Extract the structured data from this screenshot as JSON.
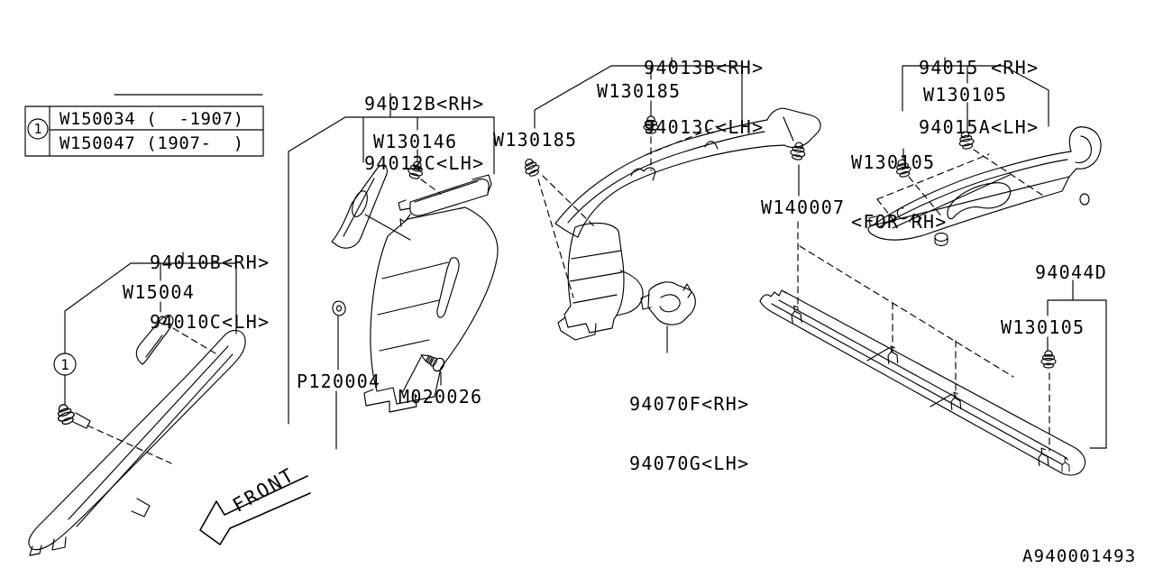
{
  "diagram": {
    "id_code": "A940001493",
    "front_label": "FRONT",
    "line_color": "#000000",
    "background": "#ffffff",
    "ref_table": {
      "ref": "1",
      "row1": "W150034 (  -1907)",
      "row2": "W150047 (1907-  )"
    },
    "callouts": {
      "part_94012": {
        "l1": "94012B<RH>",
        "l2": "94012C<LH>"
      },
      "clip_94012": "W130146",
      "part_94013": {
        "l1": "94013B<RH>",
        "l2": "94013C<LH>"
      },
      "clip_94013_left": "W130185",
      "clip_94013_mid": "W130185",
      "clip_94013_right": "W140007",
      "part_94015": {
        "l1": "94015 <RH>",
        "l2": "94015A<LH>"
      },
      "clip_94015_mid": "W130105",
      "clip_94015_left": {
        "l1": "W130105",
        "l2": "<FOR RH>"
      },
      "part_94010": {
        "l1": "94010B<RH>",
        "l2": "94010C<LH>"
      },
      "clip_94010": "W15004",
      "grommet": "P120004",
      "screw": "M020026",
      "part_94070": {
        "l1": "94070F<RH>",
        "l2": "94070G<LH>"
      },
      "part_94044": "94044D",
      "clip_94044": "W130105",
      "ref_marker": "1"
    }
  }
}
